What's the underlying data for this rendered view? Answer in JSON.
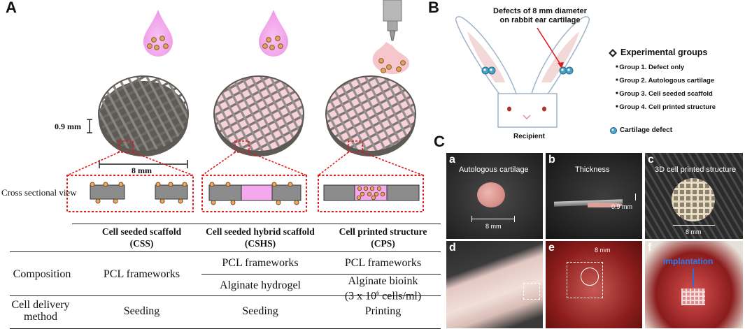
{
  "panelA": {
    "letter": "A",
    "thickness_label": "0.9 mm",
    "diameter_label": "8 mm",
    "cross_section_label": "Cross sectional view",
    "table": {
      "headers": [
        {
          "line1": "Cell seeded scaffold",
          "line2": "(CSS)"
        },
        {
          "line1": "Cell seeded hybrid scaffold",
          "line2": "(CSHS)"
        },
        {
          "line1": "Cell printed structure",
          "line2": "(CPS)"
        }
      ],
      "rows": {
        "composition": {
          "label": "Composition",
          "css": "PCL frameworks",
          "cshs_1": "PCL frameworks",
          "cshs_2": "Alginate hydrogel",
          "cps_1": "PCL frameworks",
          "cps_2a": "Alginate bioink",
          "cps_2b": "(3 x 10",
          "cps_2sup": "6",
          "cps_2c": " cells/ml)"
        },
        "delivery": {
          "label1": "Cell delivery",
          "label2": "method",
          "css": "Seeding",
          "cshs": "Seeding",
          "cps": "Printing"
        }
      }
    }
  },
  "panelB": {
    "letter": "B",
    "defect_title_1": "Defects of 8 mm diameter",
    "defect_title_2": "on rabbit ear cartilage",
    "recipient": "Recipient",
    "groups_title": "Experimental groups",
    "groups": [
      "Group 1. Defect only",
      "Group 2. Autologous cartilage",
      "Group 3. Cell seeded scaffold",
      "Group 4. Cell printed structure"
    ],
    "legend": "Cartilage defect"
  },
  "panelC": {
    "letter": "C",
    "photos": {
      "a": {
        "label": "a",
        "title": "Autologous cartilage",
        "scale": "8 mm"
      },
      "b": {
        "label": "b",
        "title": "Thickness",
        "scale": "0.9 mm"
      },
      "c": {
        "label": "c",
        "title": "3D cell printed structure",
        "scale": "8 mm"
      },
      "d": {
        "label": "d"
      },
      "e": {
        "label": "e",
        "scale": "8 mm"
      },
      "f": {
        "label": "f",
        "title": "Implantation"
      }
    }
  },
  "colors": {
    "scaffold_gray": "#8c8c8c",
    "hydrogel_pink": "#f4c8d6",
    "bioink_pink": "#f5a8ee",
    "dashed_red": "#e0191a",
    "defect_blue": "#4aa3c6"
  }
}
